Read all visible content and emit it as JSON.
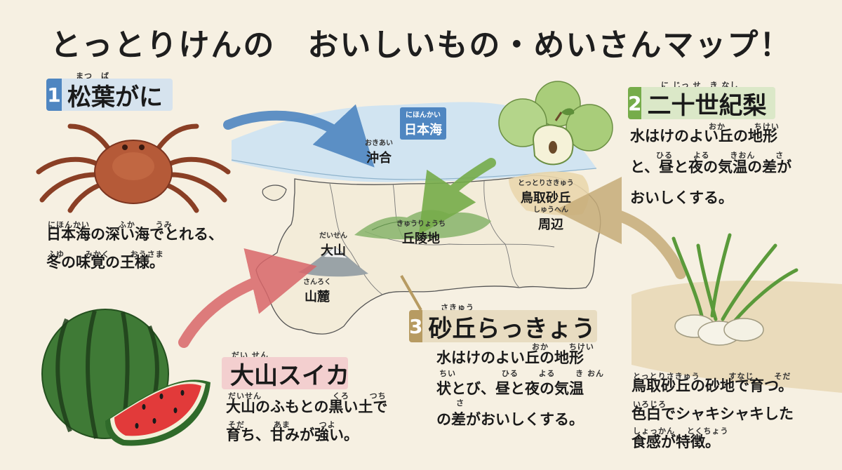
{
  "title": "とっとりけんの　おいしいもの・めいさんマップ！",
  "colors": {
    "crab_blue": "#4f86c1",
    "pear_green": "#76ac4a",
    "rakkyo_tan": "#b79b62",
    "suika_red": "#d9676a",
    "sea": "#cfe3f1",
    "background": "#f6f0e2"
  },
  "items": [
    {
      "number": "1",
      "name": "松葉がに",
      "ruby": "まつ　ば",
      "ruby_lines": [
        "にほんかい　　　 ふか　　 うみ",
        "ふゆ　　 みかく　　 おうさま"
      ],
      "lines": [
        "日本海の深い海でとれる、",
        "冬の味覚の王様。"
      ]
    },
    {
      "number": "2",
      "name": "二十世紀梨",
      "ruby": "に じっ せ　き なし",
      "ruby_lines": [
        "おか　　　 ちけい",
        "ひる　　 よる　　 きおん　　 さ"
      ],
      "lines": [
        "水はけのよい丘の地形",
        "と、昼と夜の気温の差が",
        "おいしくする。"
      ]
    },
    {
      "number": "3",
      "name": "砂丘らっきょう",
      "ruby": "さきゅう",
      "ruby_lines": [
        "おか　　 ちけい",
        "ちい　　　　　 ひる　　 よる　　 き おん",
        "さ"
      ],
      "lines": [
        "水はけのよい丘の地形",
        "状とび、昼と夜の気温",
        "の差がおいしくする。"
      ]
    },
    {
      "name": "大山スイカ",
      "ruby": "だい せん",
      "ruby_lines": [
        "だいせん　　　　　　　　 くろ　　 つち",
        "そだ　　　 あま　　　 つよ"
      ],
      "lines": [
        "大山のふもとの黒い土で",
        "育ち、甘みが強い。"
      ]
    },
    {
      "ruby_lines": [
        "とっとりさきゅう　　　 すなじ　　 そだ",
        "いろじろ",
        "しょっかん　 とくちょう"
      ],
      "lines": [
        "鳥取砂丘の砂地で育つ。",
        "色白でシャキシャキした",
        "食感が特徴。"
      ]
    }
  ],
  "places": [
    {
      "ruby": "にほんかい",
      "name": "日本海"
    },
    {
      "ruby": "おきあい",
      "name": "沖合"
    },
    {
      "ruby": "とっとりさきゅう",
      "name": "鳥取砂丘"
    },
    {
      "ruby": "しゅうへん",
      "name": "周辺"
    },
    {
      "ruby": "きゅうりょうち",
      "name": "丘陵地"
    },
    {
      "ruby": "だいせん",
      "name": "大山"
    },
    {
      "ruby": "さんろく",
      "name": "山麓"
    }
  ]
}
